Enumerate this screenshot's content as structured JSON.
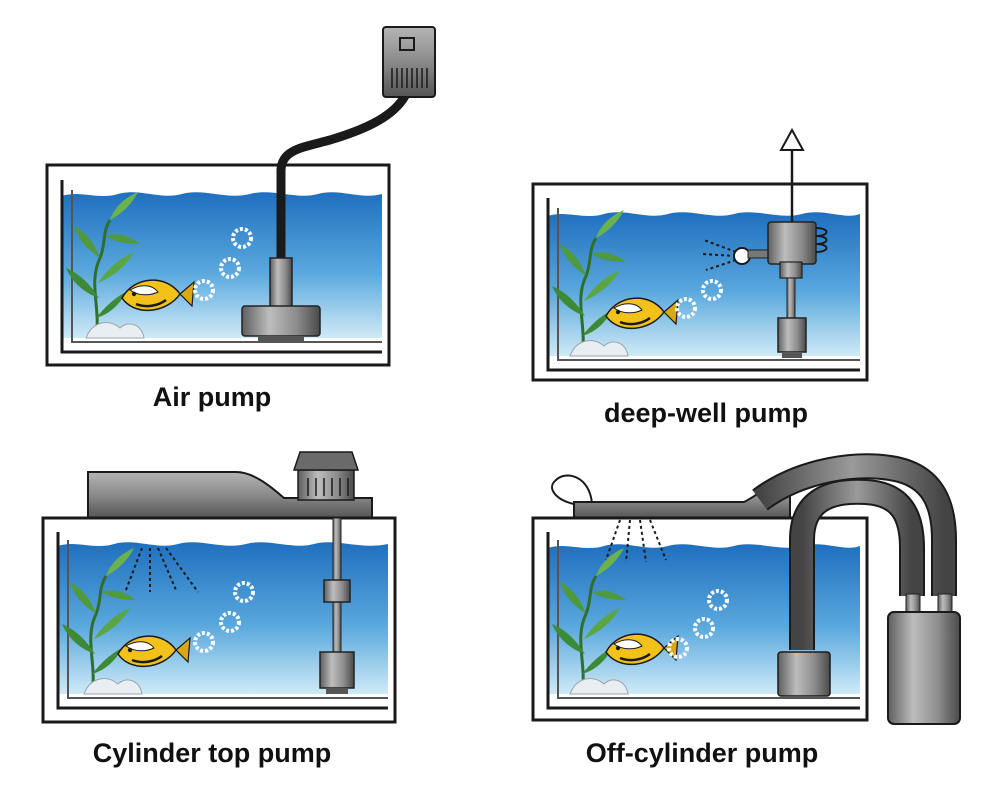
{
  "captions": {
    "air": "Air pump",
    "deep_well": "deep-well pump",
    "cylinder_top": "Cylinder top pump",
    "off_cylinder": "Off-cylinder pump"
  },
  "colors": {
    "water_deep": "#1f6fbf",
    "water_light": "#bfe3f5",
    "glass_outline": "#1a1a1a",
    "pump_metal": "#8a8a8a",
    "plant": "#3e8a3a",
    "fish_yellow": "#f2c21b"
  }
}
